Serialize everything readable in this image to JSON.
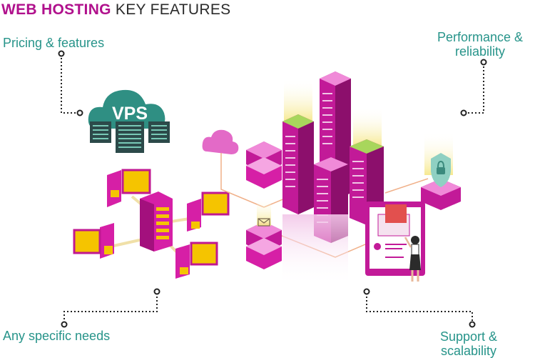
{
  "title": {
    "strong": "WEB HOSTING",
    "rest": " KEY FEATURES"
  },
  "labels": {
    "top_left": "Pricing & features",
    "top_right": "Performance & reliability",
    "bottom_left": "Any specific needs",
    "bottom_right": "Support & scalability"
  },
  "vps_badge": "VPS",
  "colors": {
    "accent": "#b0108c",
    "teal": "#27948a",
    "magenta": "#d61fa6",
    "yellow": "#f5c400"
  }
}
